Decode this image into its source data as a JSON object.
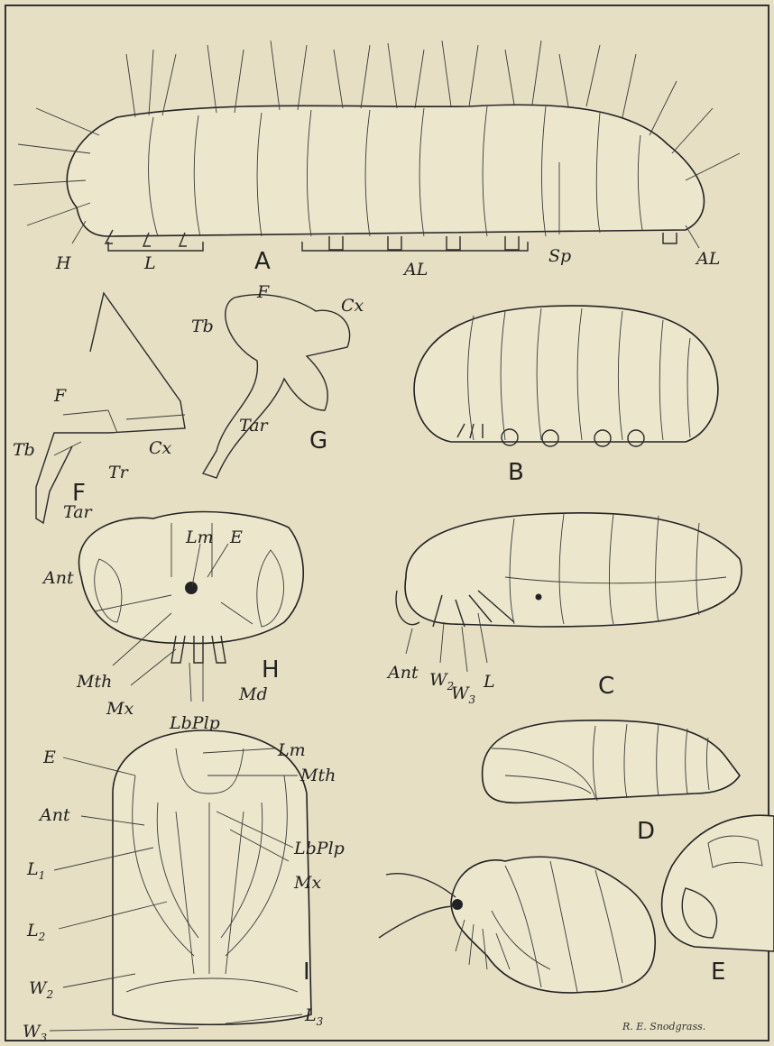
{
  "figures": {
    "A": {
      "letter": "A",
      "labels": {
        "H": "H",
        "L": "L",
        "AL1": "AL",
        "Sp": "Sp",
        "AL2": "AL"
      }
    },
    "B": {
      "letter": "B"
    },
    "C": {
      "letter": "C",
      "labels": {
        "Ant": "Ant",
        "W2": "W",
        "W2sub": "2",
        "W3": "W",
        "W3sub": "3",
        "L": "L"
      }
    },
    "D": {
      "letter": "D"
    },
    "E": {
      "letter": "E"
    },
    "F": {
      "letter": "F",
      "labels": {
        "F": "F",
        "Tb": "Tb",
        "Cx": "Cx",
        "Tr": "Tr",
        "Tar": "Tar"
      }
    },
    "G": {
      "letter": "G",
      "labels": {
        "F": "F",
        "Cx": "Cx",
        "Tb": "Tb",
        "Tar": "Tar"
      }
    },
    "H": {
      "letter": "H",
      "labels": {
        "Lm": "Lm",
        "E": "E",
        "Ant": "Ant",
        "Mth": "Mth",
        "Md": "Md",
        "Mx": "Mx",
        "LbPlp": "LbPlp"
      }
    },
    "I": {
      "letter": "I",
      "labels": {
        "E": "E",
        "Lm": "Lm",
        "Mth": "Mth",
        "LbPlp": "LbPlp",
        "Ant": "Ant",
        "Mx": "Mx",
        "L1": "L",
        "L1sub": "1",
        "L2": "L",
        "L2sub": "2",
        "W2": "W",
        "W2sub": "2",
        "W3": "W",
        "W3sub": "3",
        "L3": "L",
        "L3sub": "3"
      }
    }
  },
  "signature": "R. E. Snodgrass."
}
